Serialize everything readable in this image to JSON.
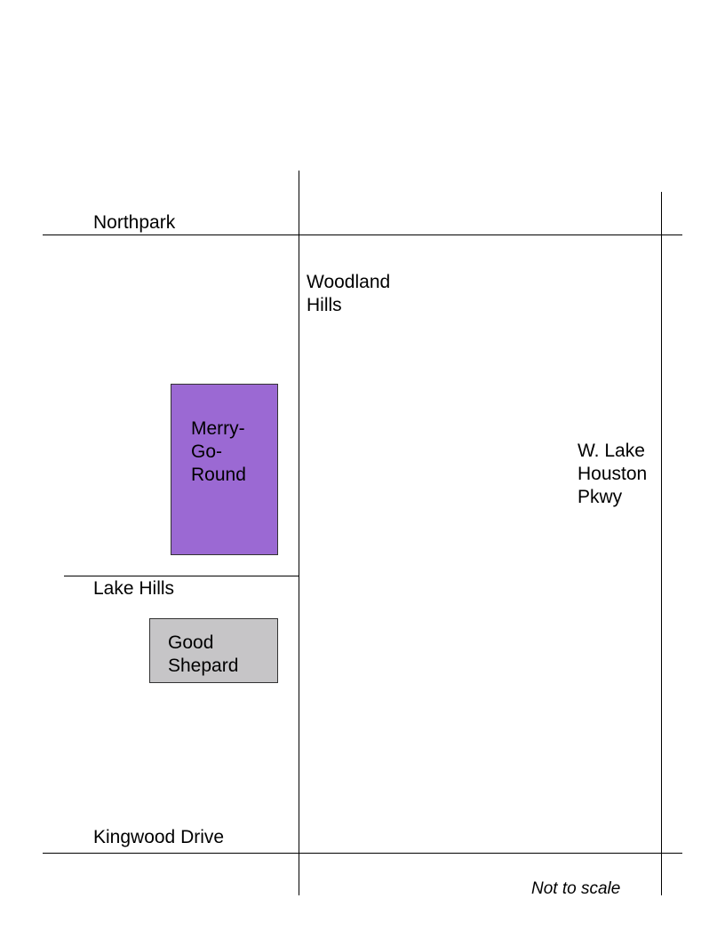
{
  "roads": {
    "northpark": "Northpark",
    "woodland_hills": "Woodland\nHills",
    "w_lake_houston": "W. Lake\nHouston\nPkwy",
    "lake_hills": "Lake Hills",
    "kingwood_drive": "Kingwood Drive"
  },
  "landmarks": {
    "merry_go_round": {
      "label": "Merry-\nGo-\nRound",
      "color": "#9b69d3"
    },
    "good_shepard": {
      "label": "Good\nShepard",
      "color": "#c6c5c7"
    }
  },
  "note": "Not to scale"
}
